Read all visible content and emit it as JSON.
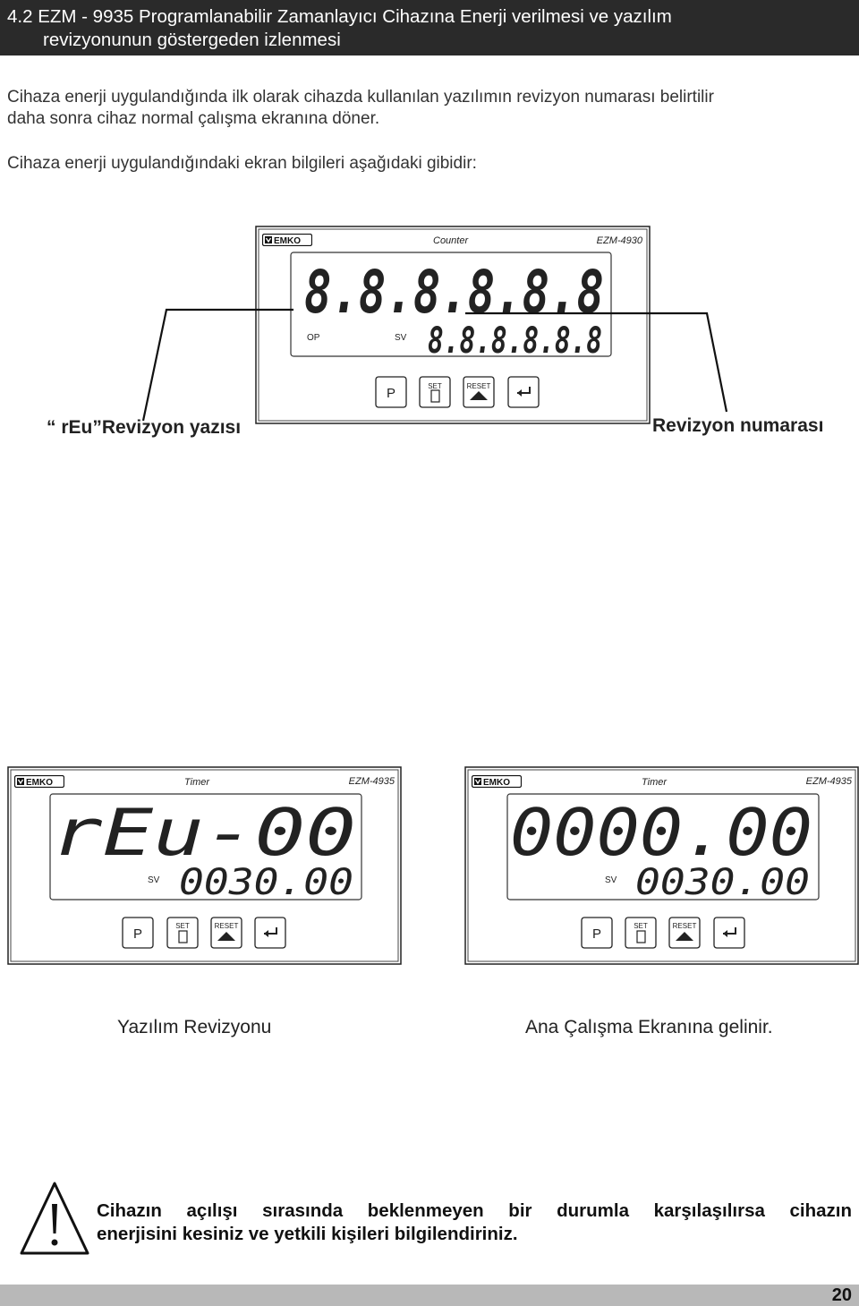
{
  "header": {
    "title_line1": "4.2 EZM - 9935 Programlanabilir Zamanlayıcı Cihazına Enerji verilmesi ve yazılım",
    "title_line2": "revizyonunun göstergeden izlenmesi"
  },
  "intro": {
    "line1": "Cihaza enerji uygulandığında ilk olarak cihazda kullanılan yazılımın revizyon numarası belirtilir",
    "line2": "daha sonra cihaz normal çalışma ekranına döner.",
    "line3": "Cihaza enerji uygulandığındaki ekran bilgileri aşağıdaki gibidir:"
  },
  "top_device": {
    "brand": "EMKO",
    "type": "Counter",
    "model": "EZM-4930",
    "main_display": "8.8.8.8.8.8",
    "sub_display": "8.8.8.8.8.8",
    "op_label": "OP",
    "sv_label": "SV",
    "btn_p": "P",
    "btn_set": "SET",
    "btn_reset": "RESET"
  },
  "callouts": {
    "left": "“ rEu”Revizyon  yazısı",
    "right": "Revizyon numarası"
  },
  "device_left": {
    "brand": "EMKO",
    "type": "Timer",
    "model": "EZM-4935",
    "main_display": "rEu-00",
    "sub_display": "0030.00",
    "sv_label": "SV",
    "btn_p": "P",
    "btn_set": "SET",
    "btn_reset": "RESET"
  },
  "device_right": {
    "brand": "EMKO",
    "type": "Timer",
    "model": "EZM-4935",
    "main_display": "0000.00",
    "sub_display": "0030.00",
    "sv_label": "SV",
    "btn_p": "P",
    "btn_set": "SET",
    "btn_reset": "RESET"
  },
  "captions": {
    "left": "Yazılım Revizyonu",
    "right": "Ana Çalışma Ekranına gelinir."
  },
  "warning": {
    "icon": "warning-triangle-icon",
    "line1": "Cihazın açılışı sırasında beklenmeyen bir durumla karşılaşılırsa cihazın",
    "line2": "enerjisini kesiniz ve yetkili kişileri bilgilendiriniz."
  },
  "footer": {
    "page_number": "20"
  }
}
